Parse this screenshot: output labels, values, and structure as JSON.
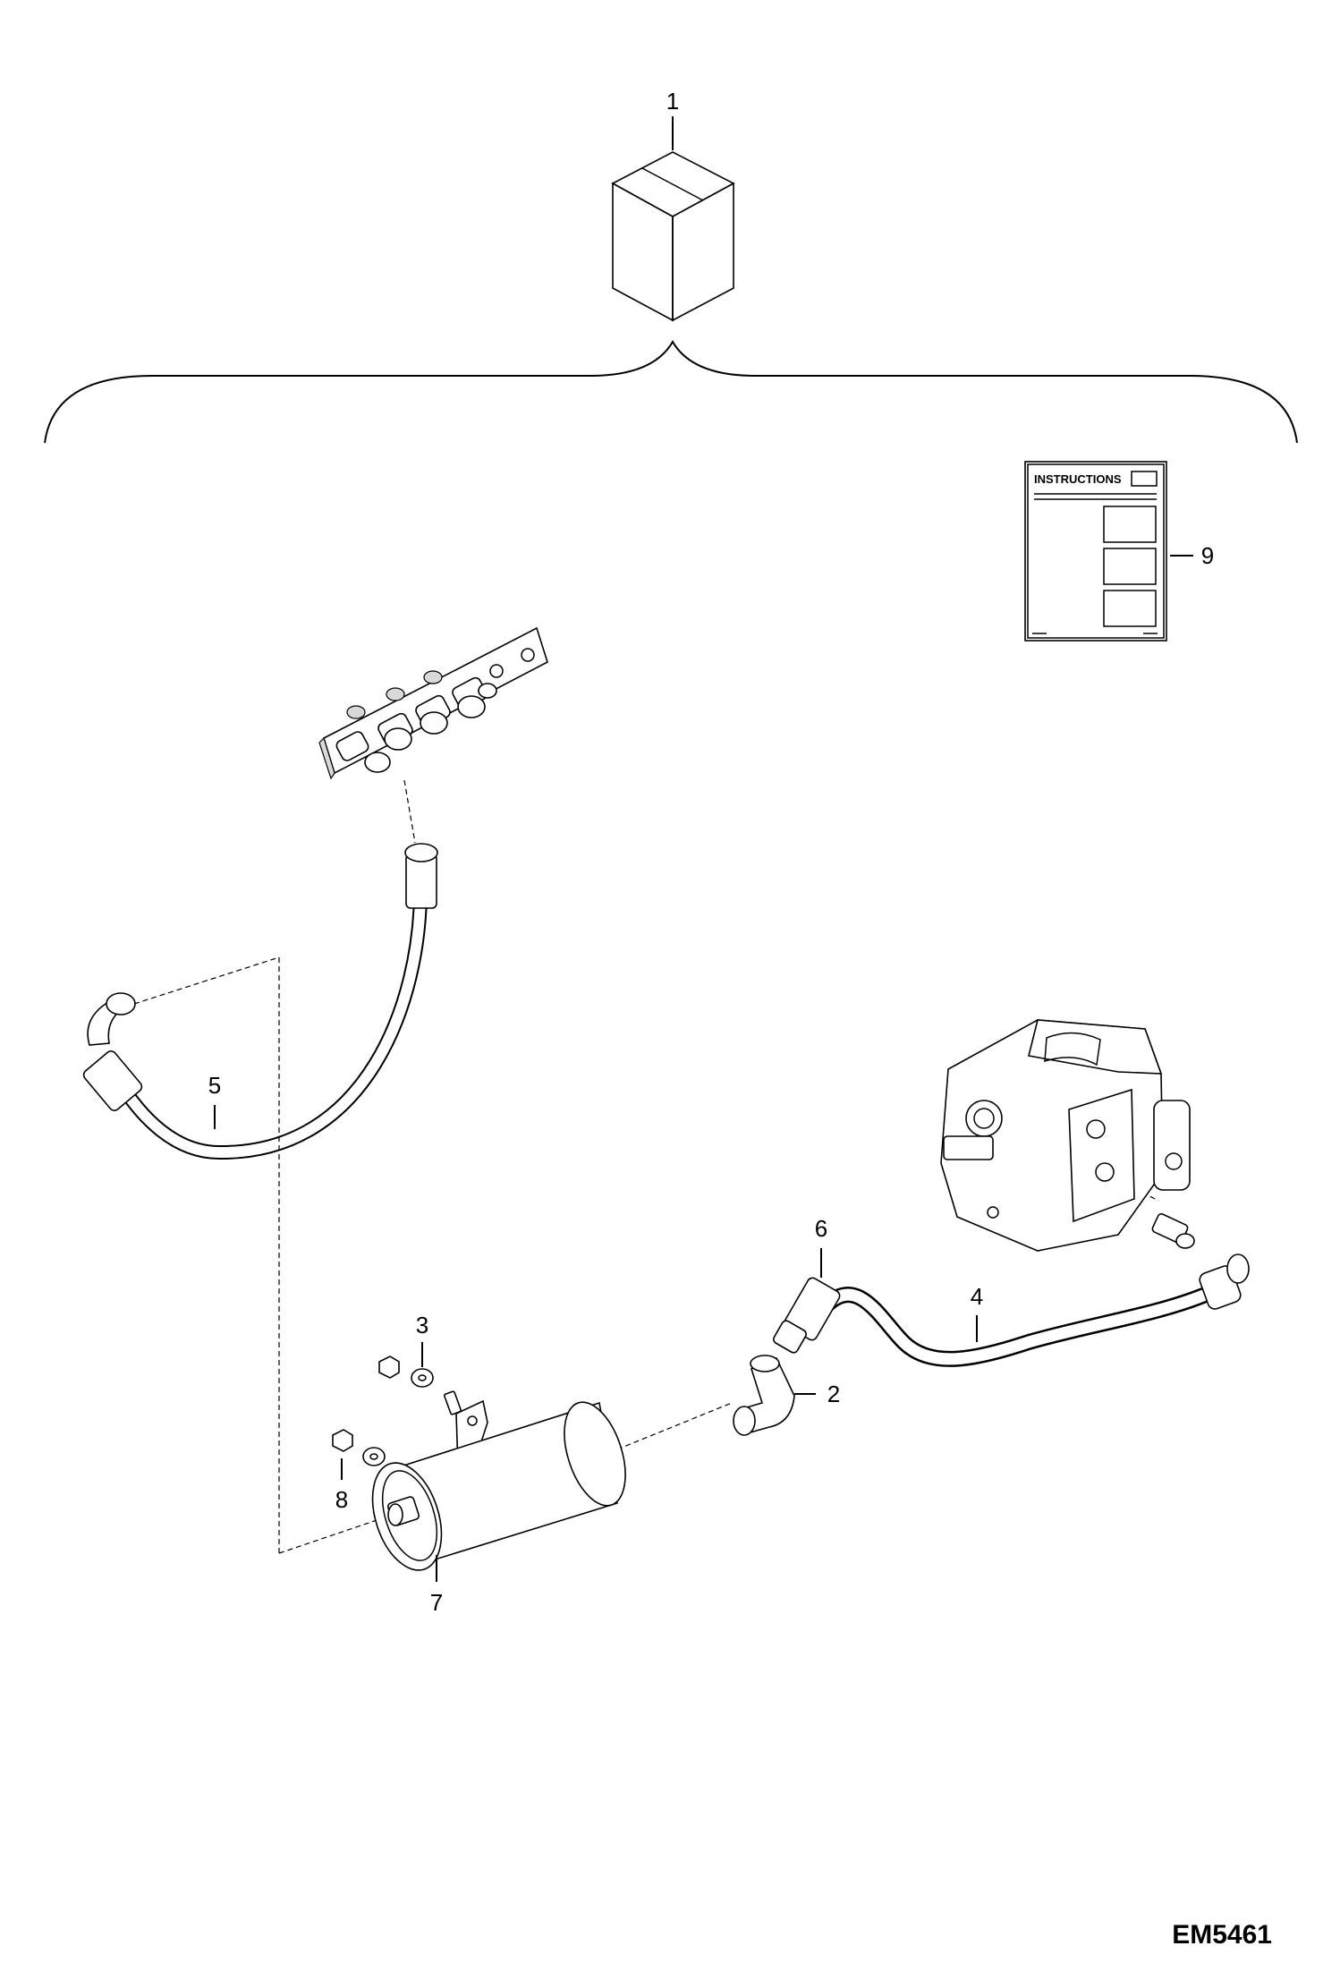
{
  "callouts": {
    "c1": "1",
    "c2": "2",
    "c3": "3",
    "c4": "4",
    "c5": "5",
    "c6": "6",
    "c7": "7",
    "c8": "8",
    "c9": "9"
  },
  "instructions_title": "INSTRUCTIONS",
  "drawing_id": "EM5461"
}
